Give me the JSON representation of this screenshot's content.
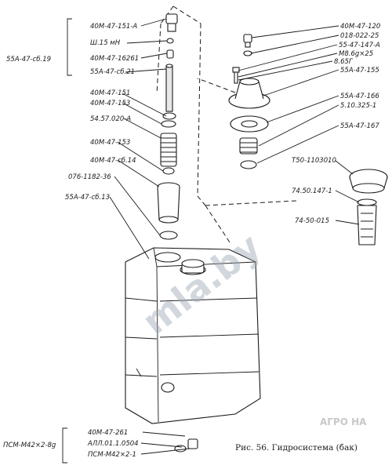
{
  "labels_left": [
    {
      "id": "l1",
      "text": "40М-47-151-А"
    },
    {
      "id": "l2",
      "text": "Ш.15 мН"
    },
    {
      "id": "l3",
      "text": "40М-47-16261"
    },
    {
      "id": "l4",
      "text": "55А-47-сб.21"
    },
    {
      "id": "l5",
      "text": "40М-47-151"
    },
    {
      "id": "l6",
      "text": "40М-47-153"
    },
    {
      "id": "l7",
      "text": "54.57.020-А"
    },
    {
      "id": "l8",
      "text": "40М-47-153"
    },
    {
      "id": "l9",
      "text": "40М-47-сб.14"
    },
    {
      "id": "l10",
      "text": "076-1182-36"
    },
    {
      "id": "l11",
      "text": "55А-47-сб.13"
    }
  ],
  "group_label_left": "55А-47-сб.19",
  "labels_right": [
    {
      "id": "r1",
      "text": "40М-47-120"
    },
    {
      "id": "r2",
      "text": "018-022-25"
    },
    {
      "id": "r3",
      "text": "55-47-147-А"
    },
    {
      "id": "r4",
      "text": "М8.6g×25"
    },
    {
      "id": "r5",
      "text": "8.65Г"
    },
    {
      "id": "r6",
      "text": "55А-47-155"
    },
    {
      "id": "r7",
      "text": "55А-47-166"
    },
    {
      "id": "r8",
      "text": "5.10.325-1"
    },
    {
      "id": "r9",
      "text": "55А-47-167"
    },
    {
      "id": "r10",
      "text": "Т50-1103010"
    },
    {
      "id": "r11",
      "text": "74.50.147-1"
    },
    {
      "id": "r12",
      "text": "74-50-015"
    }
  ],
  "labels_bottom": [
    {
      "id": "b1",
      "text": "40М-47-261"
    },
    {
      "id": "b2",
      "text": "АЛЛ.01.1.0504"
    },
    {
      "id": "b3",
      "text": "ПСМ-М42×2-1"
    }
  ],
  "group_label_bottom": "ПСМ-М42×2-8g",
  "caption": "Рис. 56. Гидросистема (бак)",
  "watermark": "mla.by",
  "logo_text": "АГРО НА",
  "colors": {
    "ink": "#1a1a1a",
    "watermark": "#9aa8b5"
  }
}
